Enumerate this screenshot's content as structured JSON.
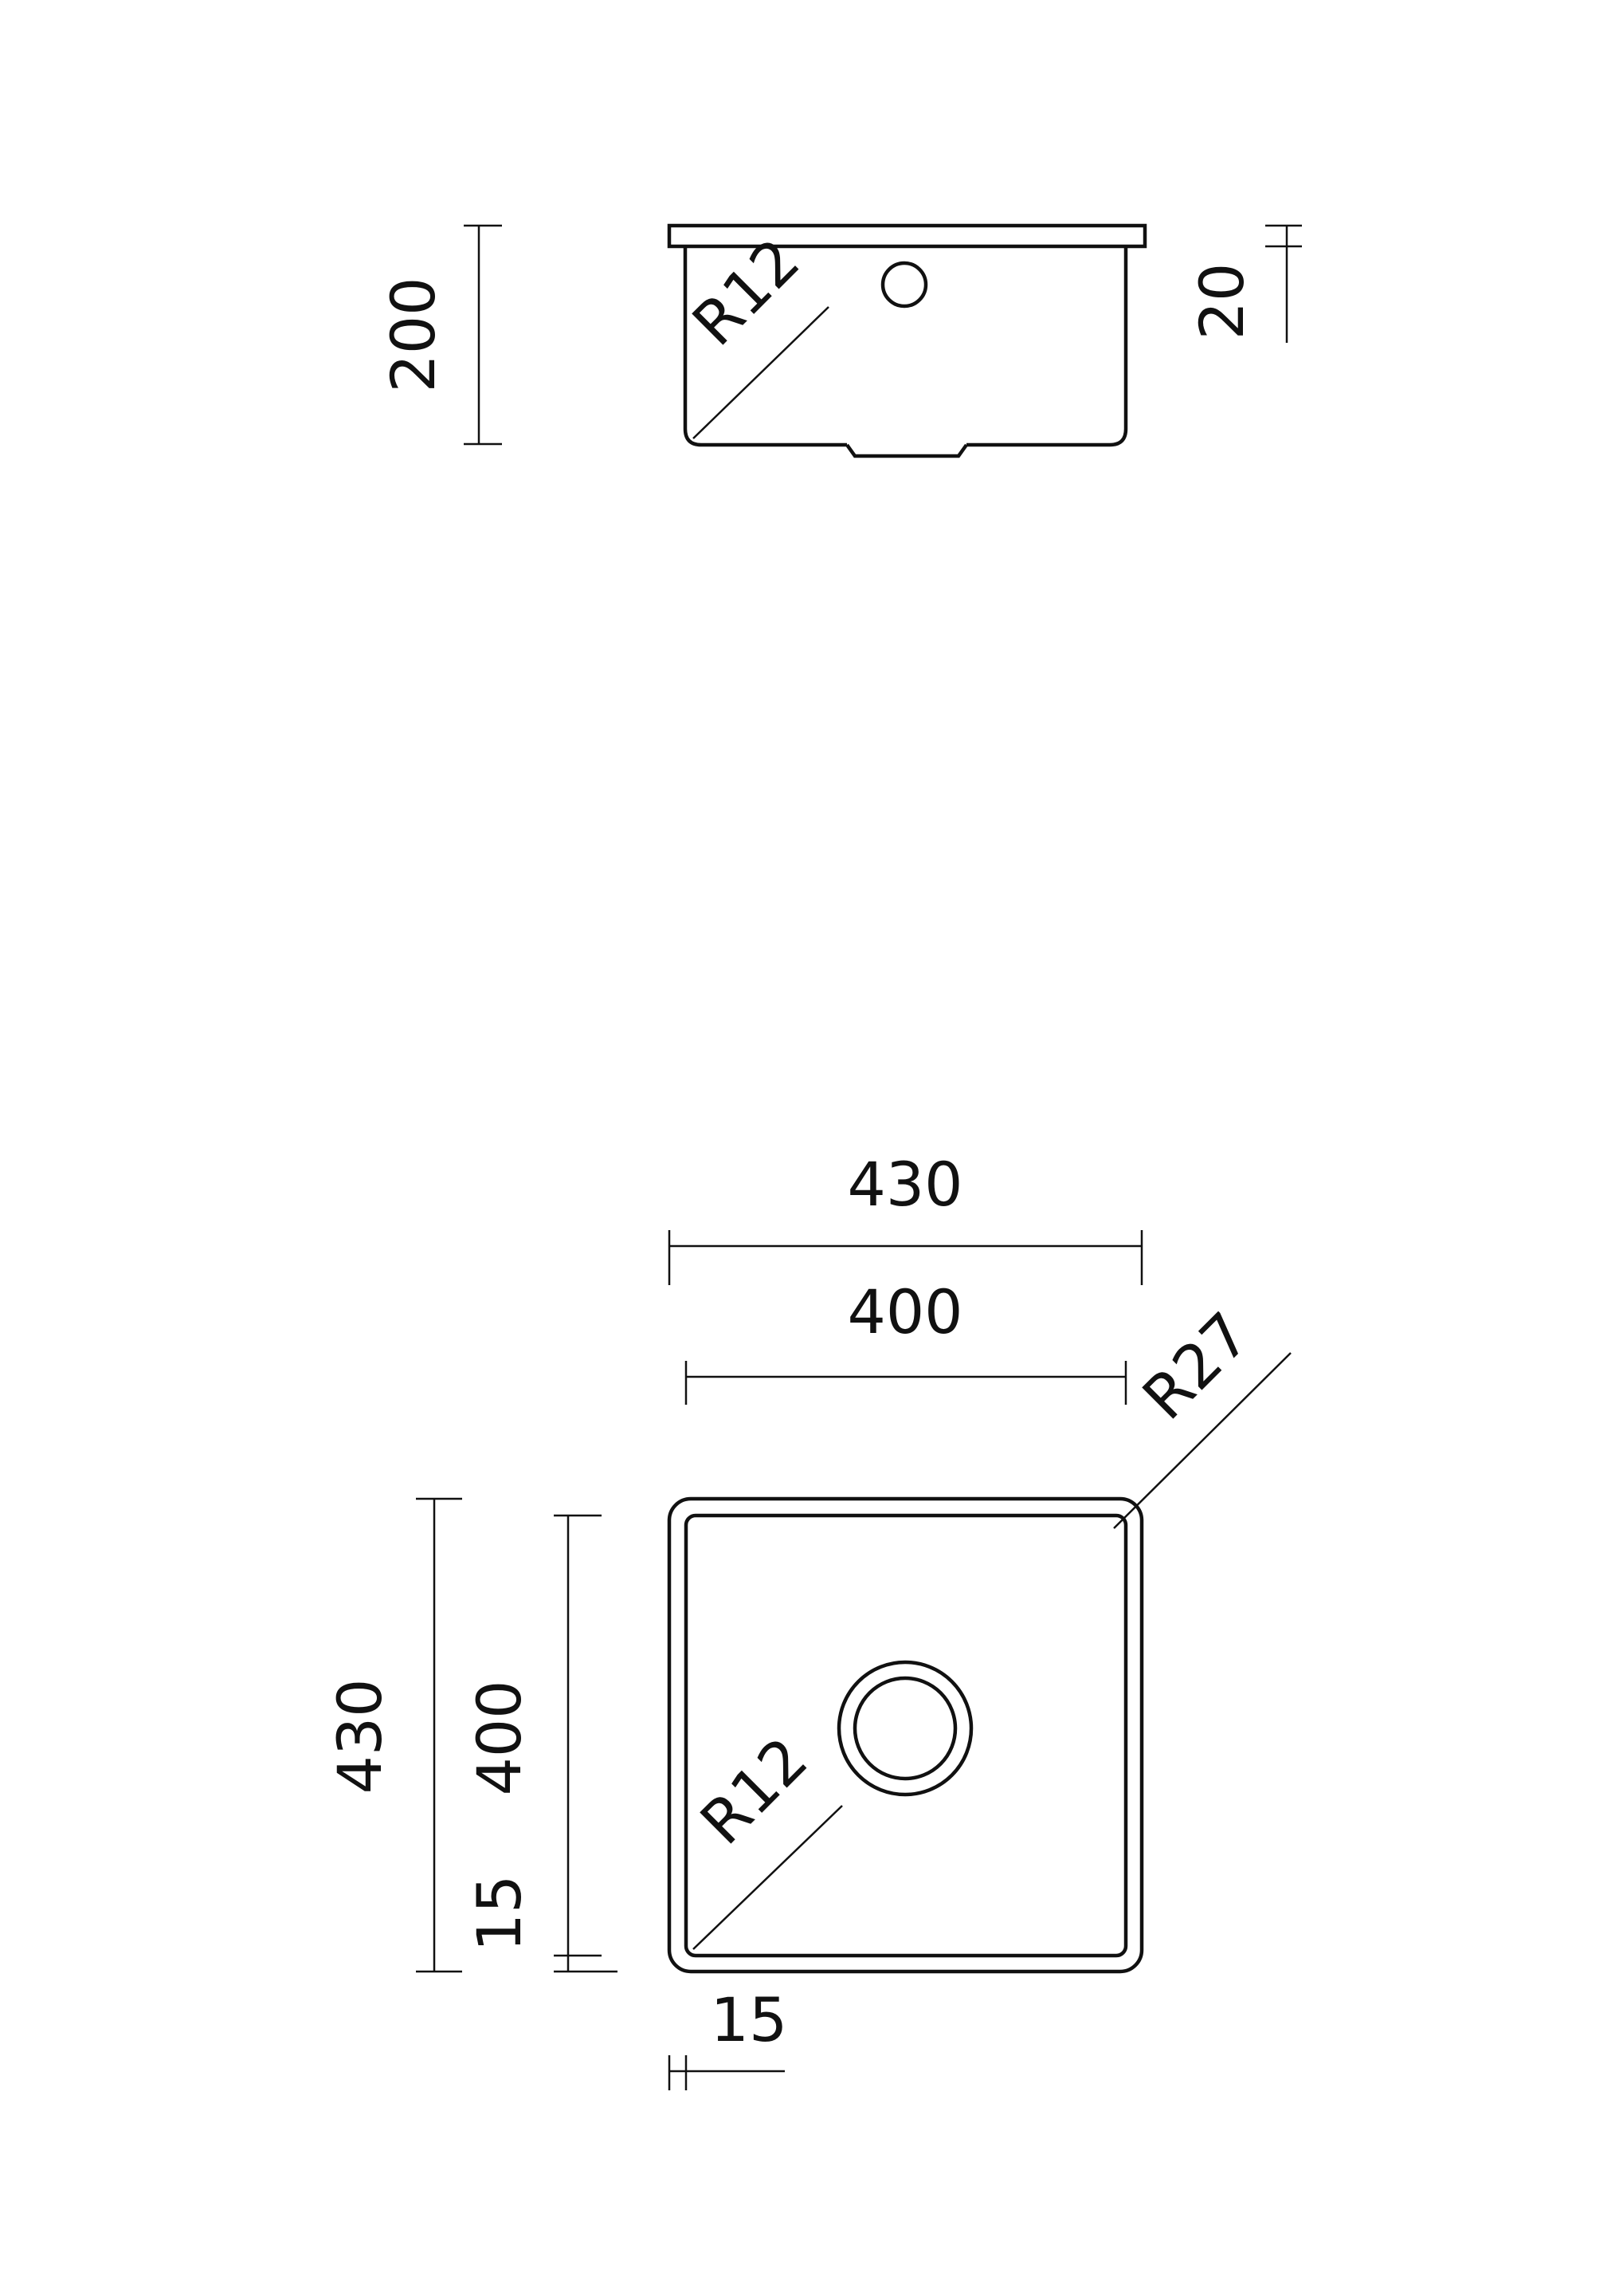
{
  "side_view": {
    "height_label": "200",
    "rim_thickness_label": "20",
    "inner_radius_label": "R12"
  },
  "top_view": {
    "outer_width_label": "430",
    "inner_width_label": "400",
    "outer_radius_label": "R27",
    "inner_radius_label": "R12",
    "outer_height_label": "430",
    "inner_height_label": "400",
    "rim_left_label": "15",
    "rim_bottom_label": "15"
  },
  "colors": {
    "line": "#111111",
    "background": "#ffffff"
  }
}
